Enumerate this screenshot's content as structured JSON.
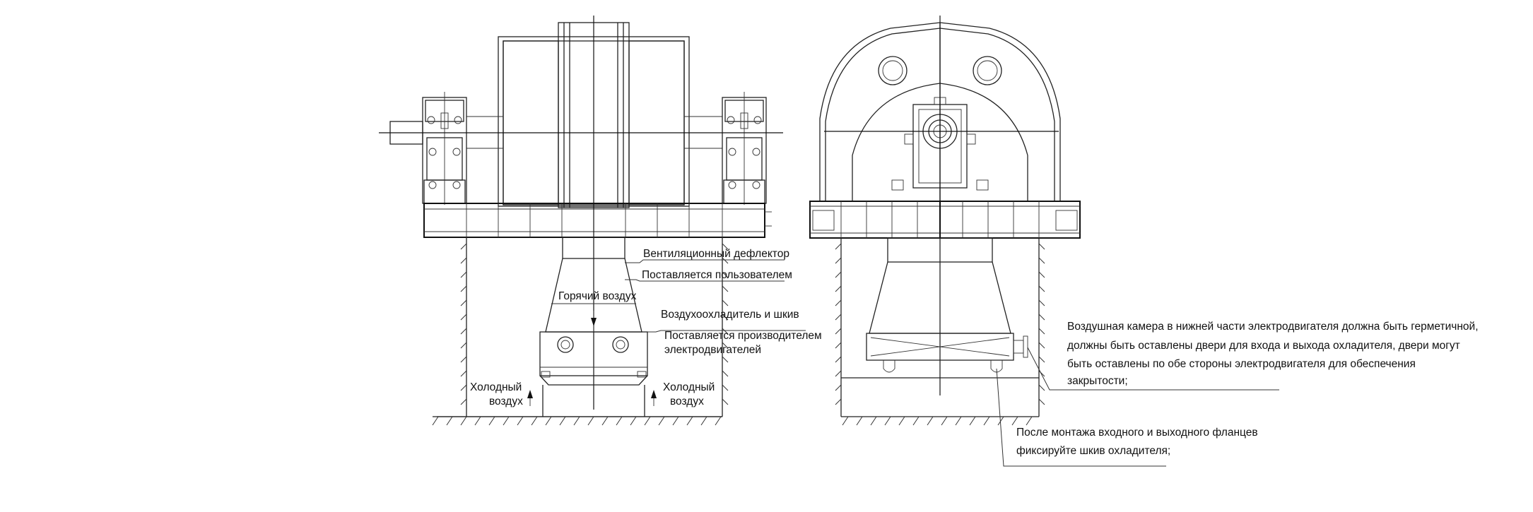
{
  "labels": {
    "vent_deflector": "Вентиляционный дефлектор",
    "supplied_by_user": "Поставляется пользователем",
    "hot_air": "Горячий воздух",
    "cooler_and_pulley": "Воздухоохладитель и шкив",
    "supplied_by_manufacturer_1": "Поставляется производителем",
    "supplied_by_manufacturer_2": "электродвигателей",
    "cold_air_left_1": "Холодный",
    "cold_air_left_2": "воздух",
    "cold_air_right_1": "Холодный",
    "cold_air_right_2": "воздух",
    "note_chamber_1": "Воздушная камера в нижней части электродвигателя должна быть герметичной,",
    "note_chamber_2": "должны быть оставлены двери для входа и выхода охладителя, двери могут",
    "note_chamber_3": "быть оставлены по обе стороны электродвигателя для обеспечения",
    "note_chamber_4": "закрытости;",
    "note_flanges_1": "После монтажа входного и выходного фланцев",
    "note_flanges_2": "фиксируйте шкив охладителя;"
  }
}
